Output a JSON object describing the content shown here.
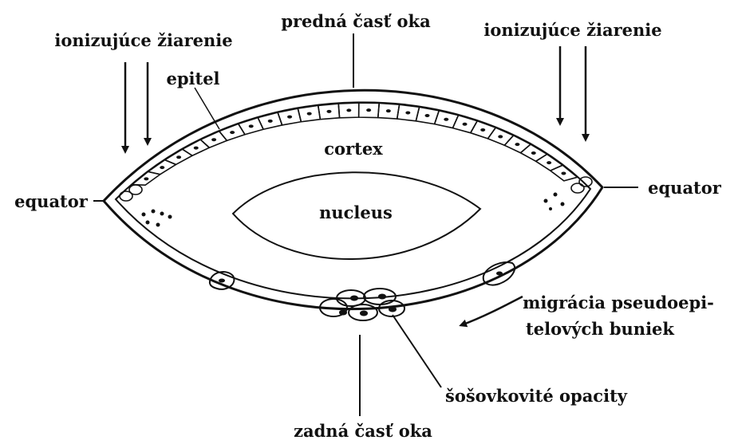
{
  "labels": {
    "anterior": "predná časť oka",
    "radiation_left": "ionizujúce žiarenie",
    "radiation_right": "ionizujúce žiarenie",
    "epithelium": "epitel",
    "cortex": "cortex",
    "nucleus": "nucleus",
    "equator_left": "equator",
    "equator_right": "equator",
    "migration_line1": "migrácia pseudoepi-",
    "migration_line2": "telových buniek",
    "opacities": "šošovkovité opacity",
    "posterior": "zadná časť oka"
  },
  "colors": {
    "ink": "#111111",
    "background": "#ffffff"
  }
}
